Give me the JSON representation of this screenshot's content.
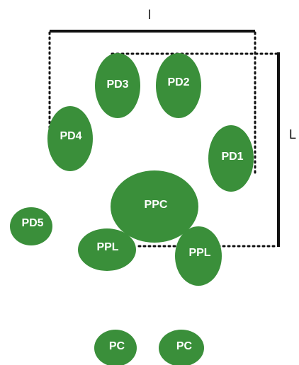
{
  "colors": {
    "pad_fill": "#3a8f3a",
    "pad_text": "#ffffff",
    "line": "#111111"
  },
  "dimensions": {
    "width_label": "l",
    "length_label": "L"
  },
  "pads": {
    "pd1": "PD1",
    "pd2": "PD2",
    "pd3": "PD3",
    "pd4": "PD4",
    "pd5": "PD5",
    "ppc": "PPC",
    "ppl_left": "PPL",
    "ppl_right": "PPL",
    "pc_left": "PC",
    "pc_right": "PC"
  }
}
